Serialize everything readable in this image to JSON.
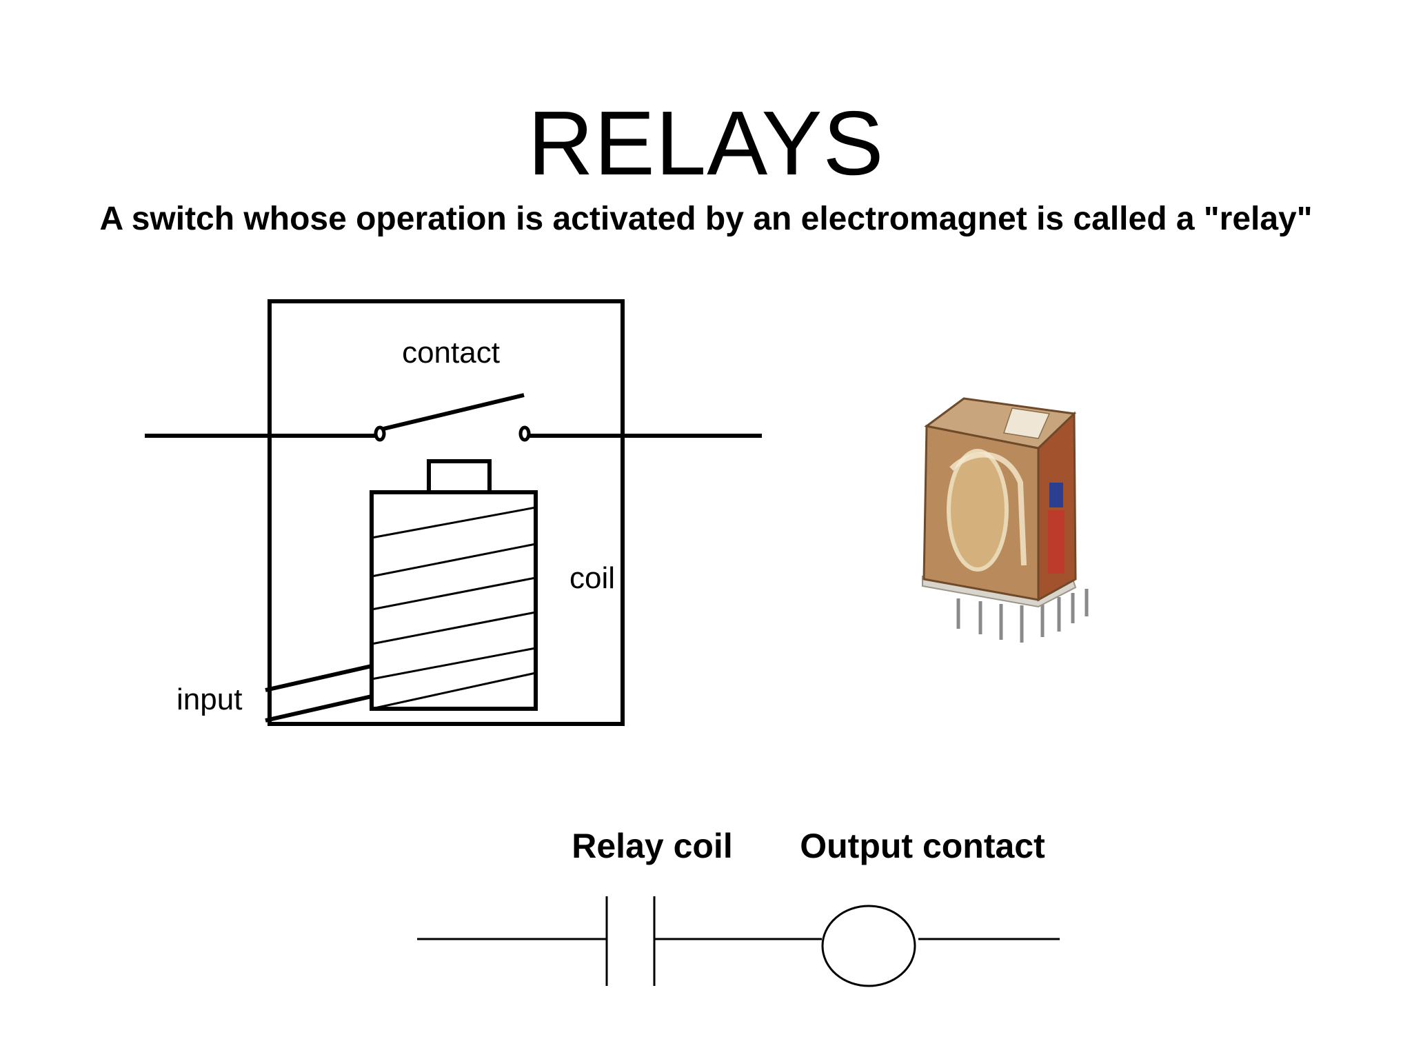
{
  "slide": {
    "title": "RELAYS",
    "subtitle": "A switch whose operation is activated by an electromagnet is called a \"relay\""
  },
  "relay_diagram": {
    "contact_label": "contact",
    "coil_label": "coil",
    "input_label": "input"
  },
  "relay_photo": {
    "icon": "relay-component-icon"
  },
  "ladder_symbols": {
    "relay_coil_label": "Relay coil",
    "output_contact_label": "Output contact"
  },
  "colors": {
    "line": "#000000",
    "background": "#ffffff",
    "relay_shell": "#b98a5c",
    "relay_shell_dark": "#8a5a33",
    "relay_accent_red": "#c0392b",
    "relay_accent_blue": "#2c3e8f"
  }
}
